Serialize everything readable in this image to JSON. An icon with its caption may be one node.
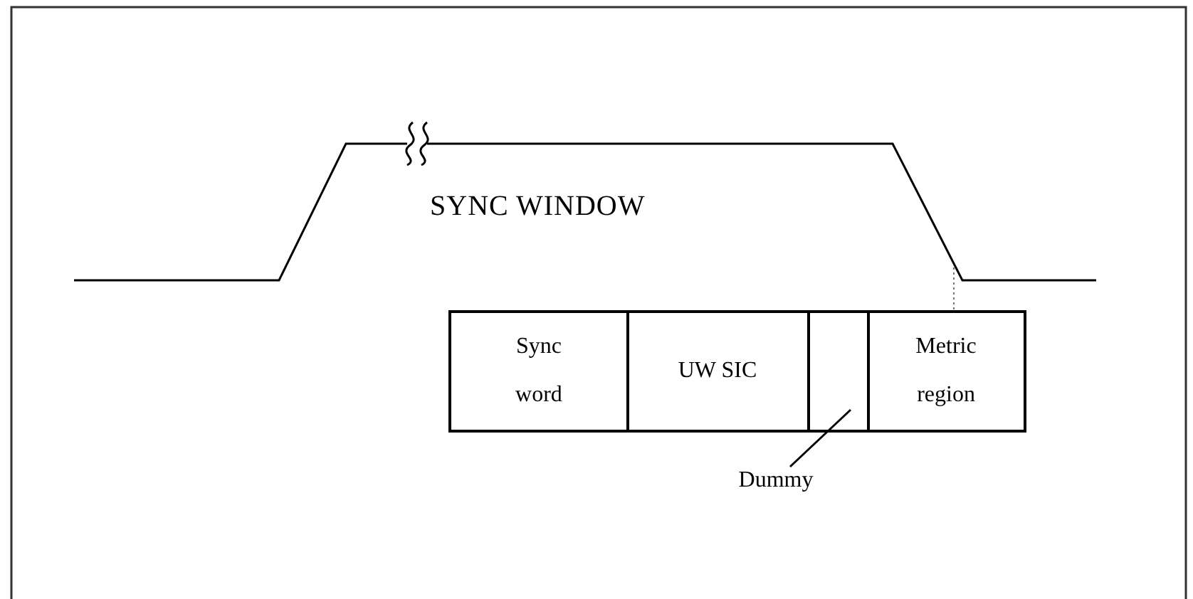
{
  "diagram": {
    "nodes": [
      {
        "text": [
          "Sync word"
        ]
      },
      {
        "text": [
          "UW SIC"
        ]
      },
      {
        "text": [],
        "shape": "box"
      },
      {
        "text": [
          "Metric region"
        ]
      },
      {
        "text": [
          "Dummy"
        ]
      }
    ],
    "edges": [
      {
        "from": 4,
        "to": 2,
        "arrow": "none"
      }
    ],
    "labels": [
      "SYNC WINDOW"
    ]
  }
}
